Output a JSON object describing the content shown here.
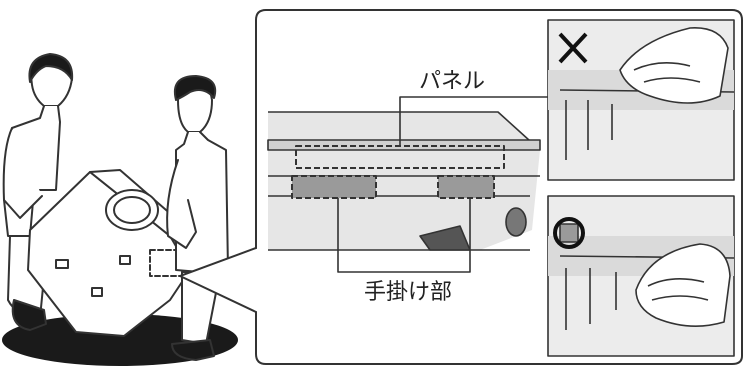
{
  "callout": {
    "panel_label": "パネル",
    "handle_label": "手掛け部"
  },
  "insets": [
    {
      "status": "incorrect",
      "mark": "cross"
    },
    {
      "status": "correct",
      "mark": "circle"
    }
  ],
  "colors": {
    "outline": "#333333",
    "panel_fill": "#e6e6e6",
    "shadow": "#1a1a1a",
    "handle_fill": "#9a9a9a"
  }
}
